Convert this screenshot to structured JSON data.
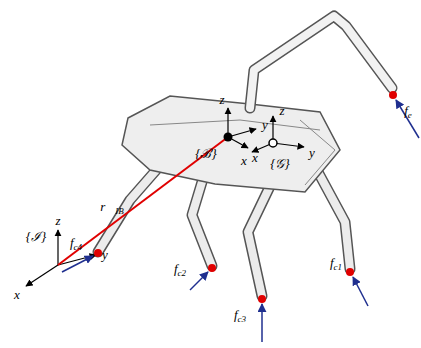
{
  "diagram": {
    "labels": [
      "z",
      "x",
      "y",
      "{ℐ}",
      "r⃗IB",
      "z",
      "y",
      "x",
      "{ℬ}",
      "z",
      "y",
      "x",
      "{𝒢}",
      "fe",
      "fc1",
      "fc2",
      "fc3",
      "fc4"
    ]
  }
}
